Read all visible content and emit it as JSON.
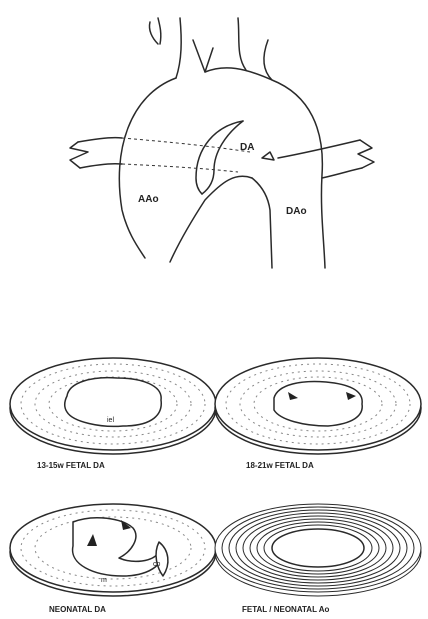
{
  "vessel_labels": {
    "da": "DA",
    "aao": "AAo",
    "dao": "DAo"
  },
  "panels": [
    {
      "caption": "13-15w FETAL DA",
      "inner_label": "iel"
    },
    {
      "caption": "18-21w FETAL DA"
    },
    {
      "caption": "NEONATAL DA",
      "inner_label_m": "m",
      "inner_label_co": "co"
    },
    {
      "caption": "FETAL / NEONATAL Ao"
    }
  ]
}
